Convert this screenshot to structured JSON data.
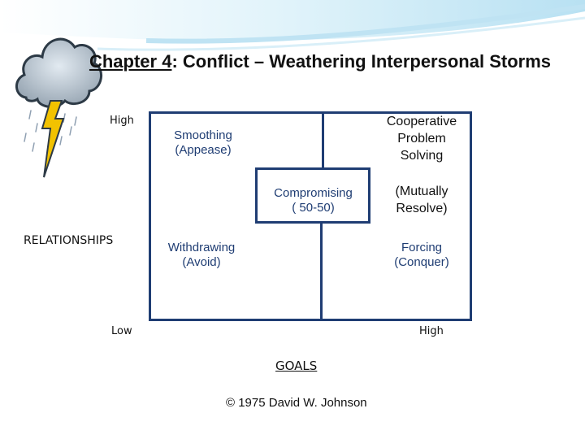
{
  "title": {
    "chapter": "Chapter 4",
    "rest": ": Conflict – Weathering Interpersonal Storms"
  },
  "y_axis": {
    "high": "High",
    "label": "RELATIONSHIPS",
    "low": "Low"
  },
  "x_axis": {
    "high": "High",
    "label": "GOALS"
  },
  "cells": {
    "smoothing": [
      "Smoothing",
      "(Appease)"
    ],
    "cooperative": [
      "Cooperative",
      "Problem",
      "Solving"
    ],
    "compromising": [
      "Compromising",
      "( 50-50)"
    ],
    "mutually": [
      "(Mutually",
      "Resolve)"
    ],
    "withdrawing": [
      "Withdrawing",
      "(Avoid)"
    ],
    "forcing": [
      "Forcing",
      "(Conquer)"
    ]
  },
  "copyright": "© 1975 David W. Johnson",
  "colors": {
    "grid": "#1f3d73",
    "wave": "#7ec8e8",
    "lightning": "#f2c200"
  },
  "icons": [
    "storm-cloud-icon",
    "lightning-icon"
  ]
}
